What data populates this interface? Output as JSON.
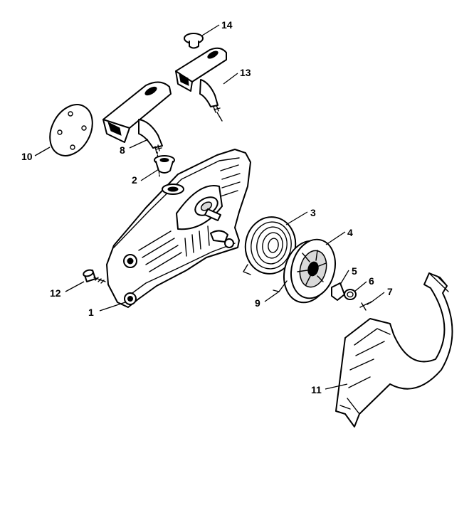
{
  "diagram": {
    "callouts": [
      {
        "id": "p1",
        "label": "1"
      },
      {
        "id": "p2",
        "label": "2"
      },
      {
        "id": "p3",
        "label": "3"
      },
      {
        "id": "p4",
        "label": "4"
      },
      {
        "id": "p5",
        "label": "5"
      },
      {
        "id": "p6",
        "label": "6"
      },
      {
        "id": "p7",
        "label": "7"
      },
      {
        "id": "p8",
        "label": "8"
      },
      {
        "id": "p9",
        "label": "9"
      },
      {
        "id": "p10",
        "label": "10"
      },
      {
        "id": "p11",
        "label": "11"
      },
      {
        "id": "p12",
        "label": "12"
      },
      {
        "id": "p13",
        "label": "13"
      },
      {
        "id": "p14",
        "label": "14"
      }
    ]
  }
}
